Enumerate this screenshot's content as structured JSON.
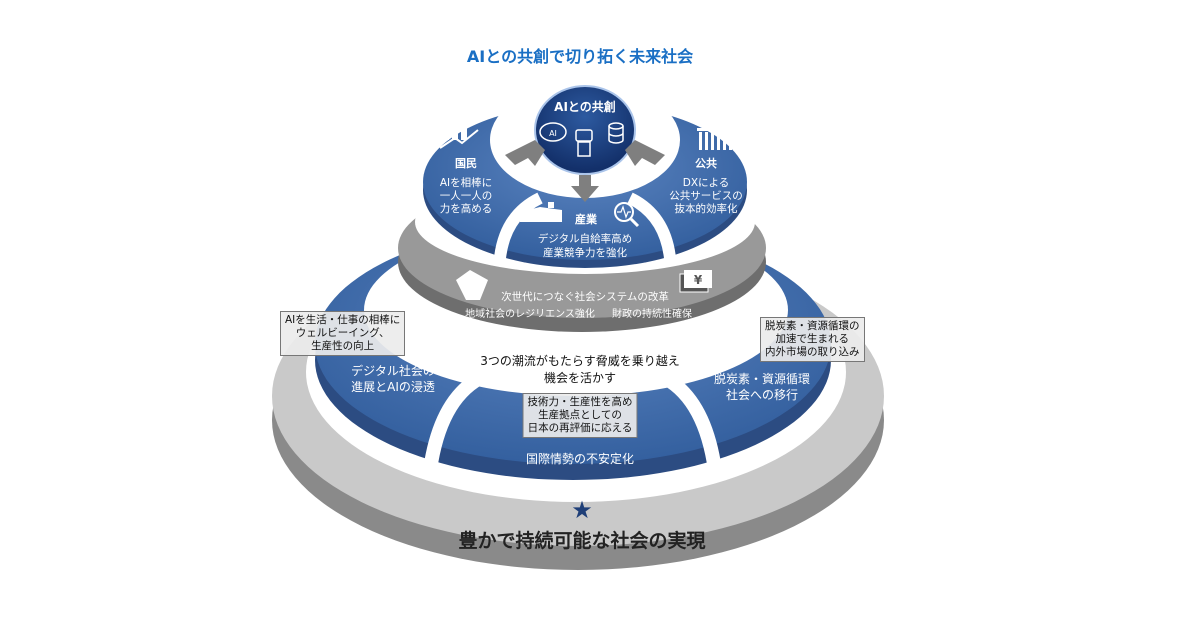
{
  "title": "AIとの共創で切り拓く未来社会",
  "top": {
    "center": "AIとの共創",
    "ai_badge": "AI",
    "citizens": {
      "label": "国民",
      "lines": [
        "AIを相棒に",
        "一人一人の",
        "力を高める"
      ]
    },
    "public": {
      "label": "公共",
      "lines": [
        "DXによる",
        "公共サービスの",
        "抜本的効率化"
      ]
    },
    "industry": {
      "label": "産業",
      "lines": [
        "デジタル自給率高め",
        "産業競争力を強化"
      ]
    }
  },
  "middle": {
    "title": "次世代につなぐ社会システムの改革",
    "left": "地域社会のレジリエンス強化",
    "right": "財政の持続性確保",
    "yen": "¥"
  },
  "ring": {
    "center_lines": [
      "3つの潮流がもたらす脅威を乗り越え",
      "機会を活かす"
    ],
    "left": [
      "デジタル社会の",
      "進展とAIの浸透"
    ],
    "right": [
      "脱炭素・資源循環",
      "社会への移行"
    ],
    "bottom": "国際情勢の不安定化"
  },
  "notes": {
    "left": [
      "AIを生活・仕事の相棒に",
      "ウェルビーイング、",
      "生産性の向上"
    ],
    "right": [
      "脱炭素・資源循環の",
      "加速で生まれる",
      "内外市場の取り込み"
    ],
    "bottom": [
      "技術力・生産性を高め",
      "生産拠点としての",
      "日本の再評価に応える"
    ]
  },
  "base": {
    "star": "★",
    "goal": "豊かで持続可能な社会の実現"
  },
  "colors": {
    "blue": "#3a66a8",
    "dark_blue": "#1f3f78",
    "title_blue": "#1a6fc4",
    "gray": "#8c8c8c",
    "light_gray": "#c9c9c9"
  }
}
